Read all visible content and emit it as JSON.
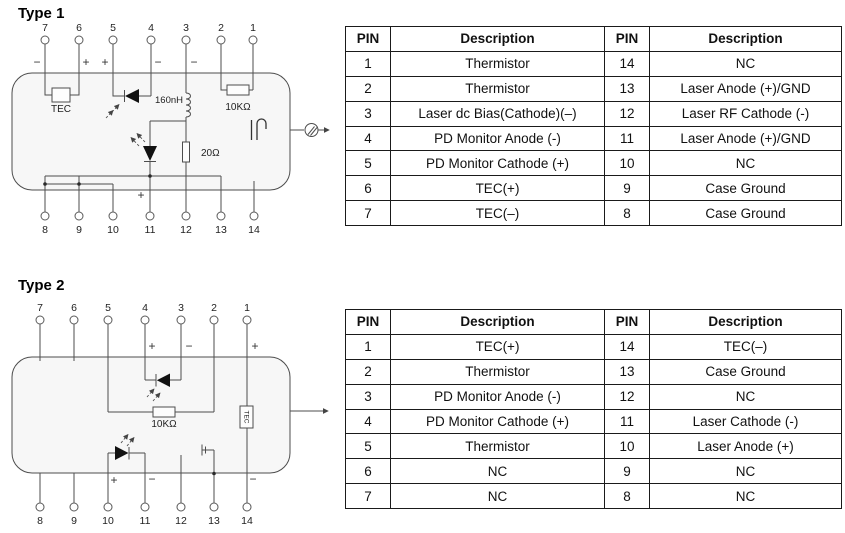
{
  "type1": {
    "title": "Type 1",
    "top_pins": [
      "7",
      "6",
      "5",
      "4",
      "3",
      "2",
      "1"
    ],
    "bottom_pins": [
      "8",
      "9",
      "10",
      "11",
      "12",
      "13",
      "14"
    ],
    "polarity": {
      "pin7": "−",
      "pin6": "+",
      "pin5": "+",
      "pin4": "−",
      "pin3": "−",
      "pin11": "+"
    },
    "components": {
      "tec": "TEC",
      "inductor": "160nH",
      "bias_resistor": "10KΩ",
      "matching_resistor": "20Ω"
    },
    "table": {
      "headers": [
        "PIN",
        "Description",
        "PIN",
        "Description"
      ],
      "rows": [
        [
          "1",
          "Thermistor",
          "14",
          "NC"
        ],
        [
          "2",
          "Thermistor",
          "13",
          "Laser Anode (+)/GND"
        ],
        [
          "3",
          "Laser dc Bias(Cathode)(–)",
          "12",
          "Laser RF Cathode (-)"
        ],
        [
          "4",
          "PD Monitor Anode (-)",
          "11",
          "Laser Anode (+)/GND"
        ],
        [
          "5",
          "PD Monitor Cathode (+)",
          "10",
          "NC"
        ],
        [
          "6",
          "TEC(+)",
          "9",
          "Case Ground"
        ],
        [
          "7",
          "TEC(–)",
          "8",
          "Case Ground"
        ]
      ]
    }
  },
  "type2": {
    "title": "Type 2",
    "top_pins": [
      "7",
      "6",
      "5",
      "4",
      "3",
      "2",
      "1"
    ],
    "bottom_pins": [
      "8",
      "9",
      "10",
      "11",
      "12",
      "13",
      "14"
    ],
    "polarity": {
      "pin4": "+",
      "pin3": "−",
      "pin1": "+",
      "pin10": "+",
      "pin11": "−",
      "pin14": "−"
    },
    "components": {
      "thermistor": "10KΩ",
      "tec": "TEC"
    },
    "table": {
      "headers": [
        "PIN",
        "Description",
        "PIN",
        "Description"
      ],
      "rows": [
        [
          "1",
          "TEC(+)",
          "14",
          "TEC(–)"
        ],
        [
          "2",
          "Thermistor",
          "13",
          "Case Ground"
        ],
        [
          "3",
          "PD Monitor Anode (-)",
          "12",
          "NC"
        ],
        [
          "4",
          "PD Monitor Cathode (+)",
          "11",
          "Laser Cathode (-)"
        ],
        [
          "5",
          "Thermistor",
          "10",
          "Laser Anode (+)"
        ],
        [
          "6",
          "NC",
          "9",
          "NC"
        ],
        [
          "7",
          "NC",
          "8",
          "NC"
        ]
      ]
    }
  }
}
